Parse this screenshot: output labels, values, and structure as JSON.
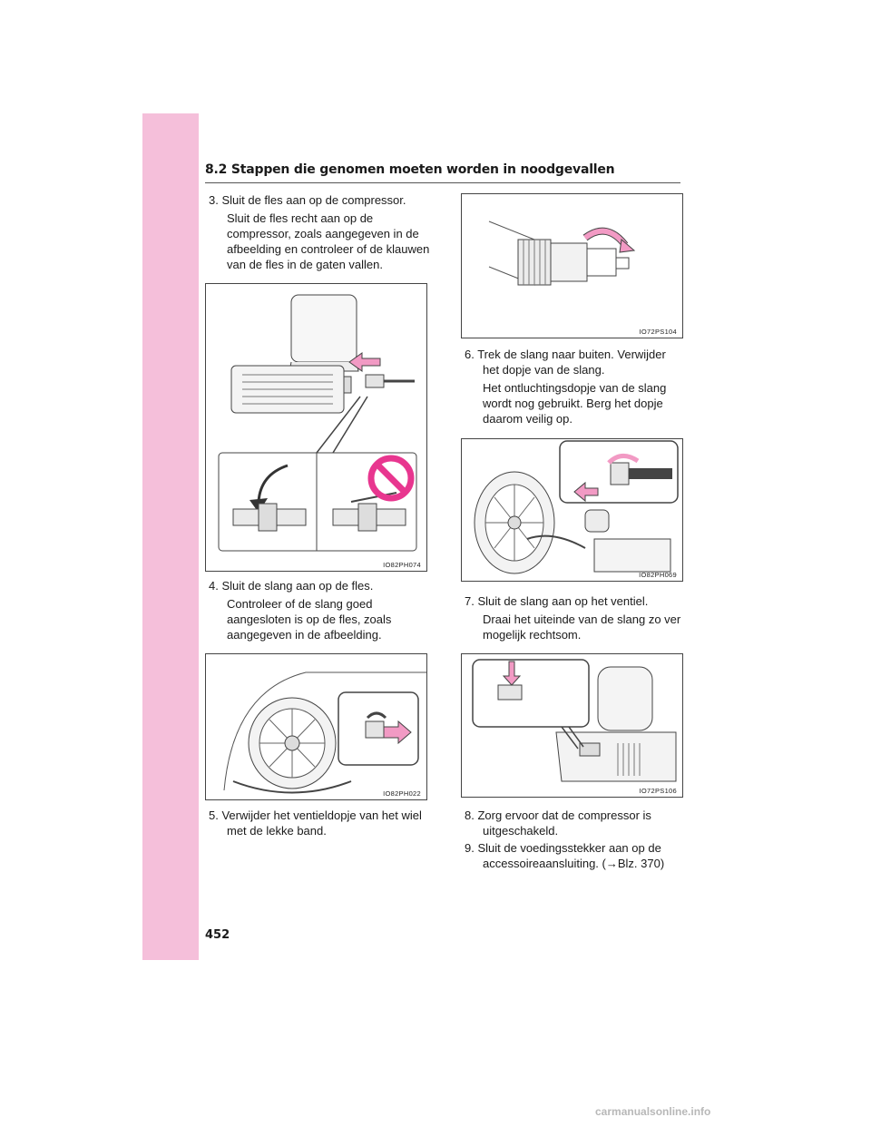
{
  "header": {
    "title": "8.2  Stappen die genomen moeten worden in noodgevallen"
  },
  "page_number": "452",
  "steps": [
    {
      "number_title": "3. Sluit de fles aan op de compressor.",
      "desc": "Sluit de fles recht aan op de compressor, zoals aangegeven in de afbeelding en controleer of de klauwen van de fles in de gaten vallen."
    },
    {
      "number_title": "4. Sluit de slang aan op de fles.",
      "desc": "Controleer of de slang goed aangesloten is op de fles, zoals aangegeven in de afbeelding."
    },
    {
      "number_title": "5. Verwijder het ventieldopje van het wiel met de lekke band."
    },
    {
      "number_title": "6. Trek de slang naar buiten. Verwijder het dopje van de slang.",
      "desc": "Het ontluchtingsdopje van de slang wordt nog gebruikt. Berg het dopje daarom veilig op."
    },
    {
      "number_title": "7. Sluit de slang aan op het ventiel.",
      "desc": "Draai het uiteinde van de slang zo ver mogelijk rechtsom."
    },
    {
      "number_title": "8. Zorg ervoor dat de compressor is uitgeschakeld."
    },
    {
      "number_title": "9. Sluit de voedingsstekker aan op de accessoireaansluiting. (→Blz. 370)"
    }
  ],
  "figures": [
    {
      "code": "IO82PH074"
    },
    {
      "code": "IO82PH022"
    },
    {
      "code": "IO72PS104"
    },
    {
      "code": "IO82PH069"
    },
    {
      "code": "IO72PS106"
    }
  ],
  "colors": {
    "sidebar": "#f5bfda",
    "arrow": "#f29ac4",
    "prohibit": "#e8368f"
  },
  "footer": "carmanualsonline.info"
}
